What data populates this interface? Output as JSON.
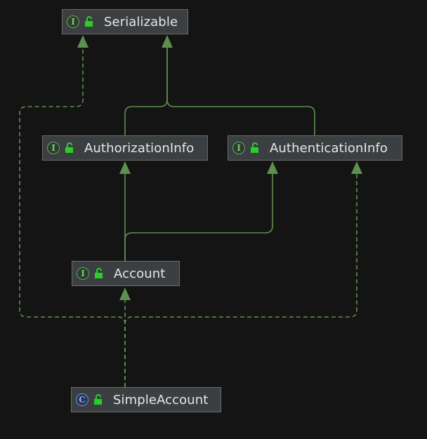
{
  "colors": {
    "background": "#141414",
    "edge": "#5f8f4e",
    "node_fill": "#3c3f41",
    "node_border": "#6a6a6a",
    "text": "#e6e6e6",
    "interface_badge": "#5fa55f",
    "class_badge": "#6f8ee8",
    "lock": "#27d027"
  },
  "nodes": [
    {
      "id": "serializable",
      "label": "Serializable",
      "kind": "interface",
      "badge": "I",
      "icon": "unlocked-public-icon"
    },
    {
      "id": "authorizationinfo",
      "label": "AuthorizationInfo",
      "kind": "interface",
      "badge": "I",
      "icon": "unlocked-public-icon"
    },
    {
      "id": "authenticationinfo",
      "label": "AuthenticationInfo",
      "kind": "interface",
      "badge": "I",
      "icon": "unlocked-public-icon"
    },
    {
      "id": "account",
      "label": "Account",
      "kind": "interface",
      "badge": "I",
      "icon": "unlocked-public-icon"
    },
    {
      "id": "simpleaccount",
      "label": "SimpleAccount",
      "kind": "class",
      "badge": "C",
      "icon": "unlocked-public-icon"
    }
  ],
  "edges": [
    {
      "from": "authorizationinfo",
      "to": "serializable",
      "style": "solid",
      "meaning": "extends"
    },
    {
      "from": "authenticationinfo",
      "to": "serializable",
      "style": "solid",
      "meaning": "extends"
    },
    {
      "from": "account",
      "to": "authorizationinfo",
      "style": "solid",
      "meaning": "extends"
    },
    {
      "from": "account",
      "to": "authenticationinfo",
      "style": "solid",
      "meaning": "extends"
    },
    {
      "from": "simpleaccount",
      "to": "account",
      "style": "dashed",
      "meaning": "implements"
    },
    {
      "from": "simpleaccount",
      "to": "serializable",
      "style": "dashed",
      "meaning": "implements"
    },
    {
      "from": "simpleaccount",
      "to": "authenticationinfo",
      "style": "dashed",
      "meaning": "implements"
    }
  ]
}
